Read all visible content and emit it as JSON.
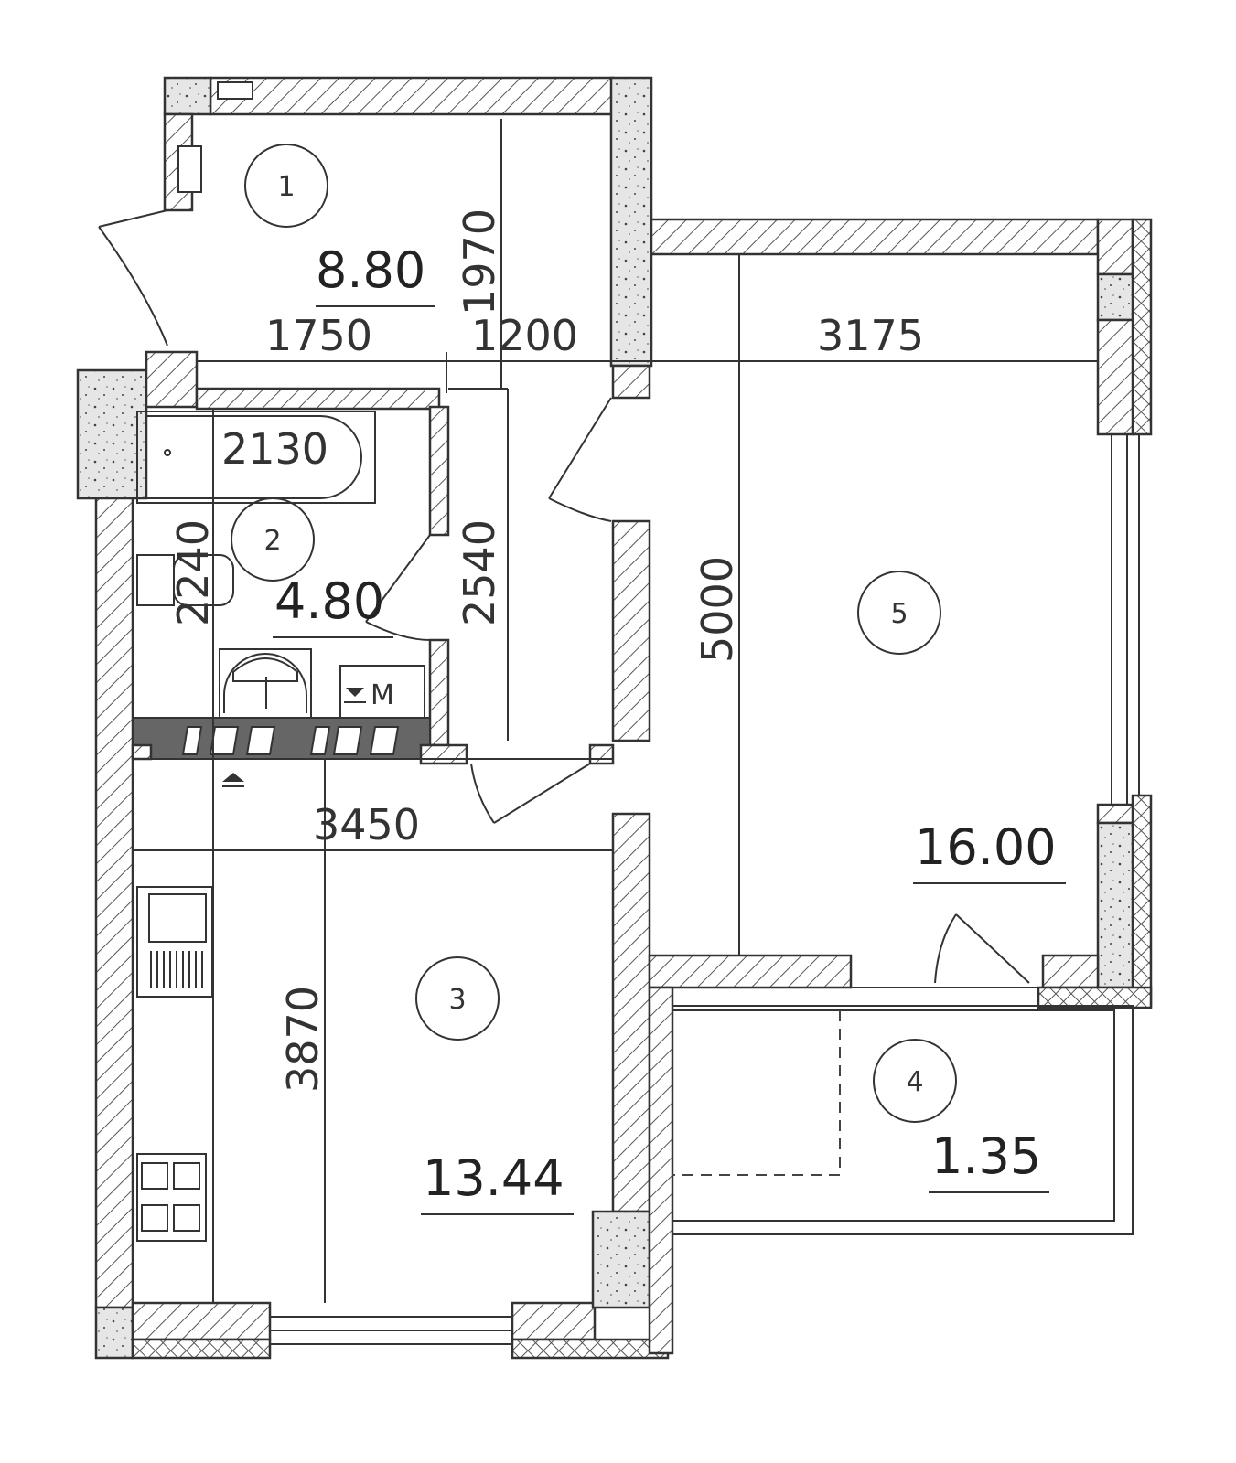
{
  "rooms": [
    {
      "number": "1",
      "area": "8.80"
    },
    {
      "number": "2",
      "area": "4.80"
    },
    {
      "number": "3",
      "area": "13.44"
    },
    {
      "number": "4",
      "area": "1.35"
    },
    {
      "number": "5",
      "area": "16.00"
    }
  ],
  "dimensions": {
    "d1970": "1970",
    "d1750": "1750",
    "d1200": "1200",
    "d3175": "3175",
    "d2130": "2130",
    "d2240": "2240",
    "d2540": "2540",
    "d5000": "5000",
    "d3450": "3450",
    "d3870": "3870"
  },
  "fixtures": {
    "washer_label": "M"
  },
  "colors": {
    "line": "#333333",
    "concrete": "#e6e6e6",
    "background": "#ffffff"
  }
}
